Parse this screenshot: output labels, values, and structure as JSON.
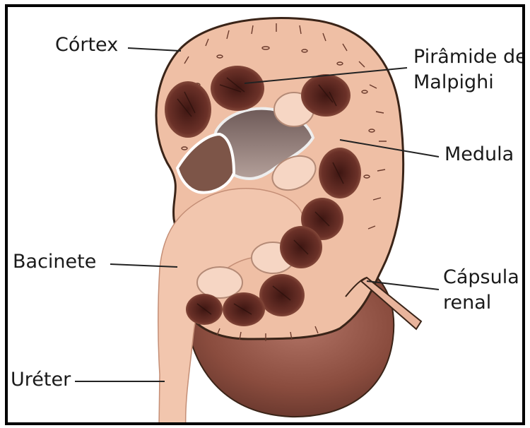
{
  "labels": {
    "cortex": "Córtex",
    "piramide_line1": "Pirâmide de",
    "piramide_line2": "Malpighi",
    "medula": "Medula",
    "bacinete": "Bacinete",
    "capsula_line1": "Cápsula",
    "capsula_line2": "renal",
    "ureter": "Uréter"
  },
  "colors": {
    "cortex_fill": "#efbfa5",
    "capsule_outline": "#3a2418",
    "pyramid_dark": "#5a2a22",
    "pelvis": "#f2c6ae",
    "lower_shadow": "#8e5142",
    "sinus_gray": "#8b7d7d"
  }
}
